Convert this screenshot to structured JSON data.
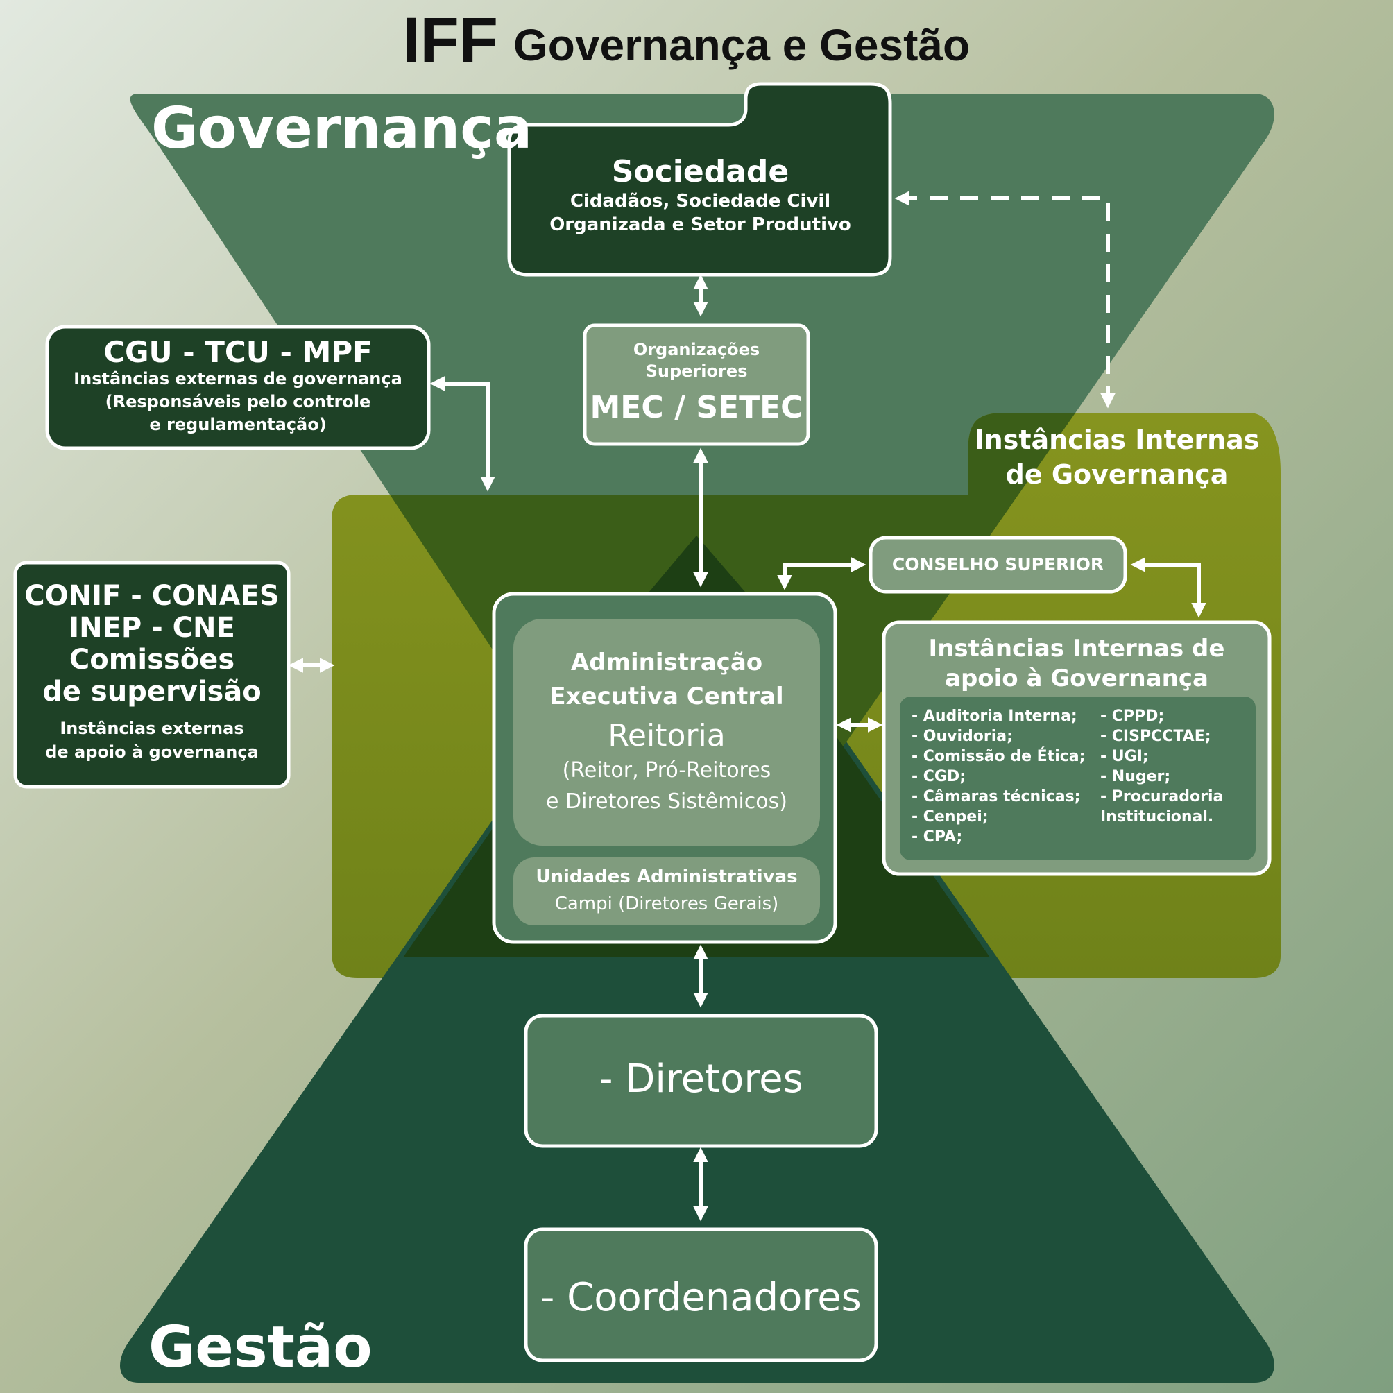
{
  "header": {
    "brand": "IFF",
    "title": "Governança e Gestão"
  },
  "zones": {
    "governanca": "Governança",
    "gestao": "Gestão"
  },
  "sociedade": {
    "title": "Sociedade",
    "line1": "Cidadãos, Sociedade Civil",
    "line2": "Organizada e Setor Produtivo"
  },
  "mec": {
    "line1": "Organizações",
    "line2": "Superiores",
    "title": "MEC / SETEC"
  },
  "cgu": {
    "title": "CGU - TCU - MPF",
    "line1": "Instâncias externas de governança",
    "line2": "(Responsáveis pelo controle",
    "line3": "e regulamentação)"
  },
  "conif": {
    "line1": "CONIF - CONAES",
    "line2": "INEP - CNE",
    "line3": "Comissões",
    "line4": "de supervisão",
    "line5": "Instâncias externas",
    "line6": "de apoio à governança"
  },
  "internas": {
    "line1": "Instâncias Internas",
    "line2": "de Governança"
  },
  "conselho": {
    "label": "CONSELHO SUPERIOR"
  },
  "reitoria": {
    "line1": "Administração",
    "line2": "Executiva Central",
    "title": "Reitoria",
    "line3": "(Reitor, Pró-Reitores",
    "line4": "e Diretores Sistêmicos)"
  },
  "unidades": {
    "title": "Unidades Administrativas",
    "sub": "Campi (Diretores Gerais)"
  },
  "apoio": {
    "line1": "Instâncias Internas de",
    "line2": "apoio à Governança",
    "col1": [
      "- Auditoria Interna;",
      "- Ouvidoria;",
      "- Comissão de Ética;",
      "- CGD;",
      "- Câmaras técnicas;",
      "- Cenpei;",
      "- CPA;"
    ],
    "col2": [
      "- CPPD;",
      "- CISPCCTAE;",
      "- UGI;",
      "- Nuger;",
      "- Procuradoria",
      "Institucional."
    ]
  },
  "diretores": {
    "label": "- Diretores"
  },
  "coordenadores": {
    "label": "- Coordenadores"
  },
  "colors": {
    "background_light": "#dfe6dc",
    "background_dark": "#7f9f80",
    "upper_triangle": "#4f7a5c",
    "lower_triangle": "#1e4f3a",
    "olive_panel": "#7e8e1e",
    "dark_box": "#1e4126",
    "light_box": "#809c7e",
    "border": "#ffffff"
  }
}
